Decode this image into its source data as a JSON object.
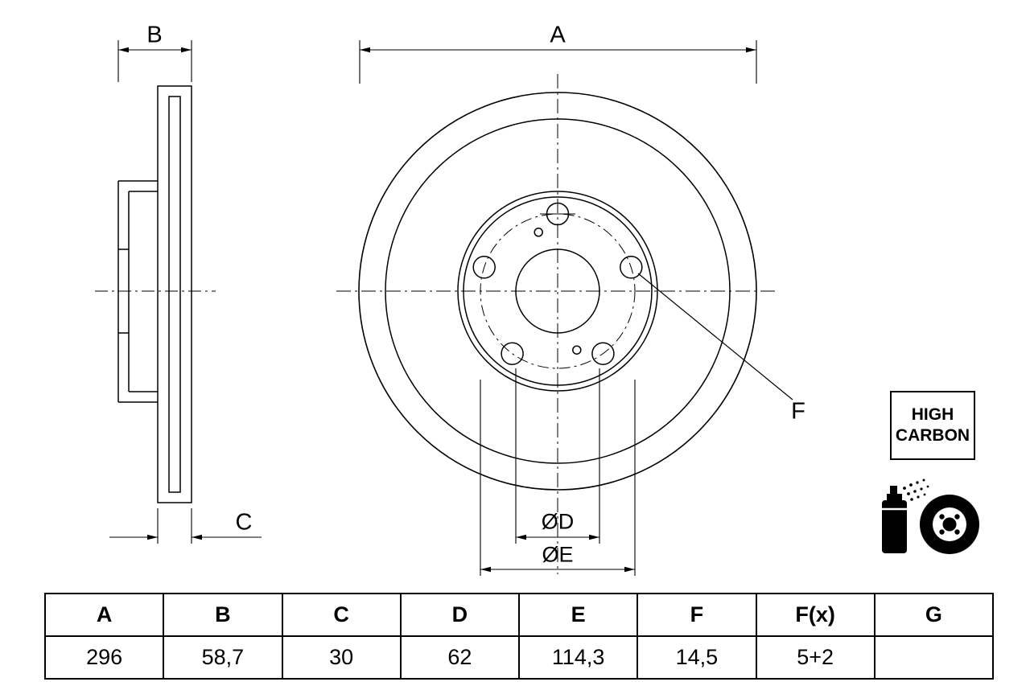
{
  "drawing": {
    "dim_labels": {
      "a": "A",
      "b": "B",
      "c": "C",
      "d": "ØD",
      "e": "ØE",
      "f": "F"
    },
    "badge": {
      "line1": "HIGH",
      "line2": "CARBON"
    }
  },
  "table": {
    "headers": [
      "A",
      "B",
      "C",
      "D",
      "E",
      "F",
      "F(x)",
      "G"
    ],
    "values": [
      "296",
      "58,7",
      "30",
      "62",
      "114,3",
      "14,5",
      "5+2",
      ""
    ]
  },
  "icons": {
    "coating": "spray-can-coating-disc-icon"
  },
  "colors": {
    "line": "#000000",
    "background": "#ffffff"
  }
}
